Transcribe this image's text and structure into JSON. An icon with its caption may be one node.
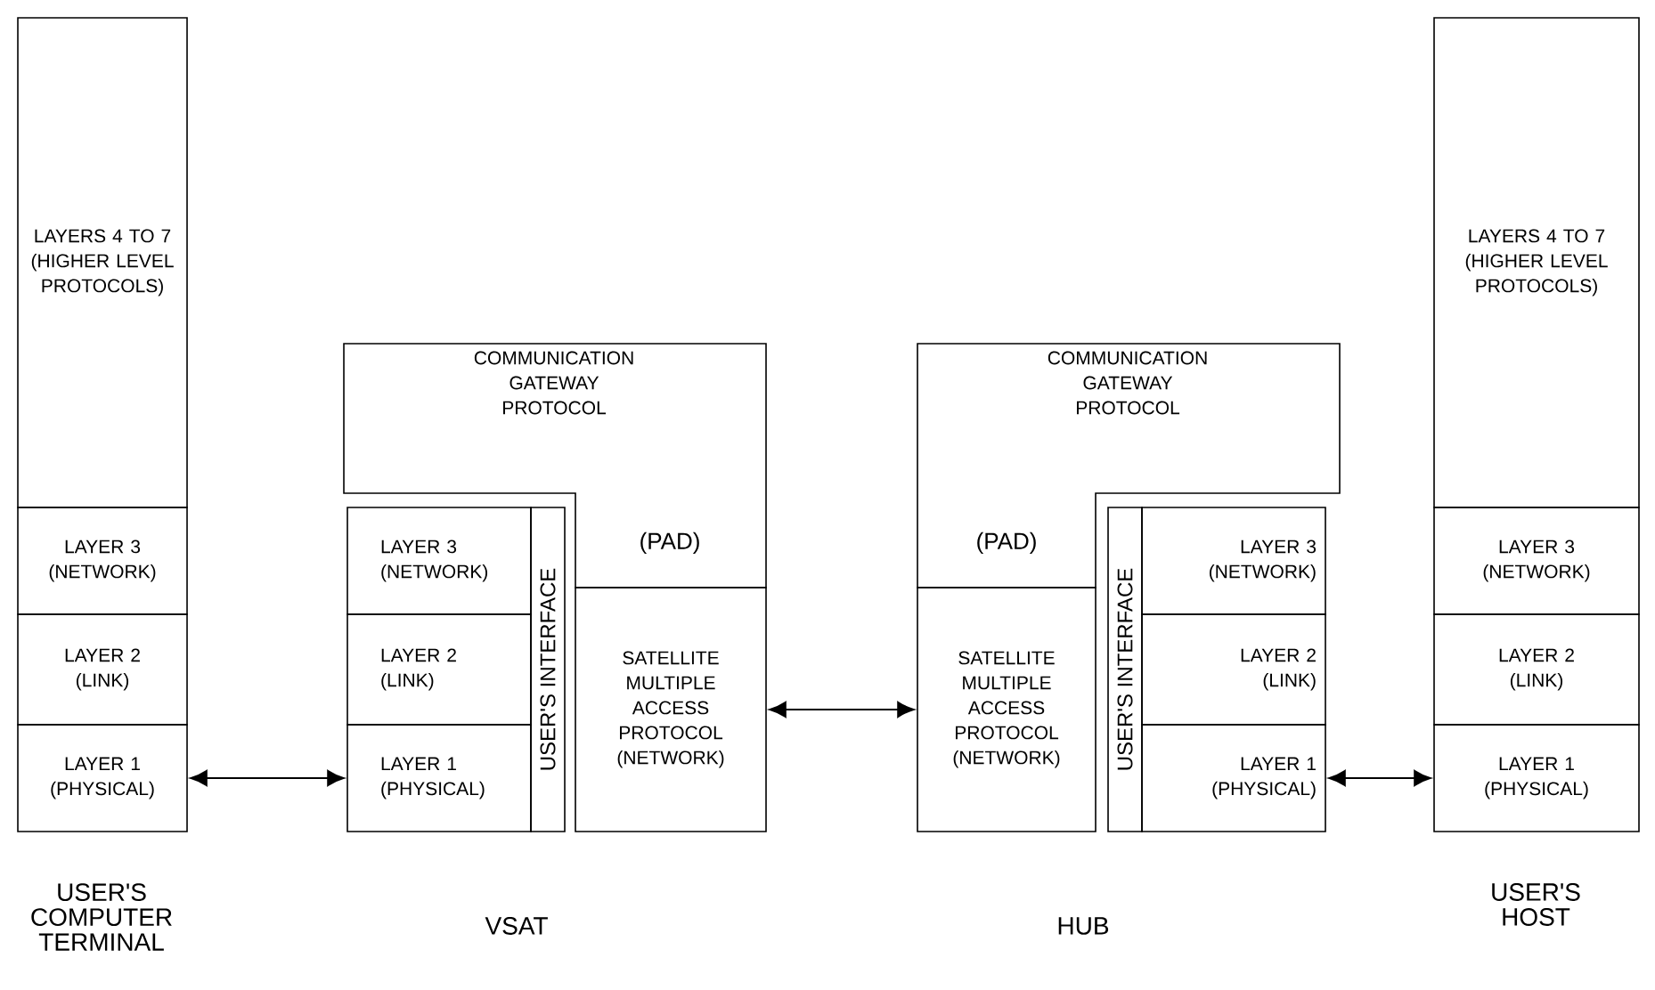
{
  "diagram": {
    "nodes": [
      {
        "text": [
          "LAYERS 4 TO 7 (HIGHER LEVEL PROTOCOLS)"
        ]
      },
      {
        "text": [
          "LAYER 3 (NETWORK)"
        ]
      },
      {
        "text": [
          "LAYER 2 (LINK)"
        ]
      },
      {
        "text": [
          "LAYER 1 (PHYSICAL)"
        ]
      },
      {
        "text": [
          "COMMUNICATION GATEWAY PROTOCOL",
          "(PAD)"
        ]
      },
      {
        "text": [
          "LAYER 3 (NETWORK)"
        ]
      },
      {
        "text": [
          "LAYER 2 (LINK)"
        ]
      },
      {
        "text": [
          "LAYER 1 (PHYSICAL)"
        ]
      },
      {
        "text": [
          "USER'S INTERFACE"
        ]
      },
      {
        "text": [
          "SATELLITE MULTIPLE ACCESS PROTOCOL (NETWORK)"
        ]
      },
      {
        "text": [
          "COMMUNICATION GATEWAY PROTOCOL",
          "(PAD)"
        ]
      },
      {
        "text": [
          "SATELLITE MULTIPLE ACCESS PROTOCOL (NETWORK)"
        ]
      },
      {
        "text": [
          "USER'S INTERFACE"
        ]
      },
      {
        "text": [
          "LAYER 3 (NETWORK)"
        ]
      },
      {
        "text": [
          "LAYER 2 (LINK)"
        ]
      },
      {
        "text": [
          "LAYER 1 (PHYSICAL)"
        ]
      },
      {
        "text": [
          "LAYERS 4 TO 7 (HIGHER LEVEL PROTOCOLS)"
        ]
      },
      {
        "text": [
          "LAYER 3 (NETWORK)"
        ]
      },
      {
        "text": [
          "LAYER 2 (LINK)"
        ]
      },
      {
        "text": [
          "LAYER 1 (PHYSICAL)"
        ]
      }
    ],
    "edges": [
      {
        "from": 3,
        "to": 7,
        "arrow": "both"
      },
      {
        "from": 9,
        "to": 11,
        "arrow": "both"
      },
      {
        "from": 15,
        "to": 19,
        "arrow": "both"
      }
    ],
    "labels": [
      "USER'S COMPUTER TERMINAL",
      "VSAT",
      "HUB",
      "USER'S HOST"
    ]
  }
}
